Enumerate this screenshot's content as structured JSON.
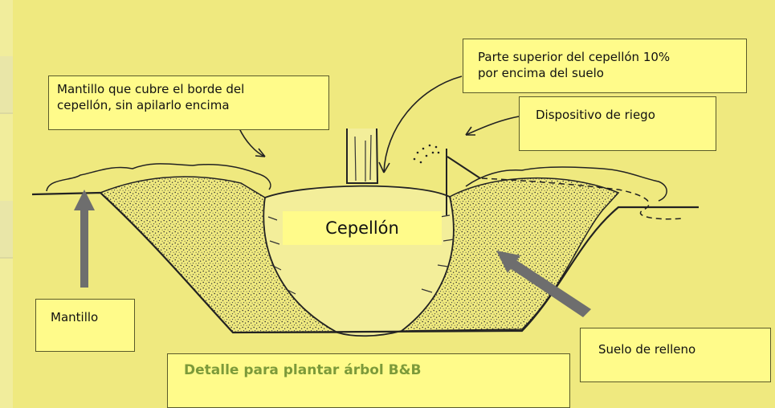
{
  "diagram": {
    "title": "Detalle para plantar árbol B&B",
    "rootball_label": "Cepellón",
    "labels": {
      "mulch_edge": "Mantillo que cubre el borde del cepellón, sin apilarlo encima",
      "top_of_rootball": "Parte superior del cepellón 10% por encima del suelo",
      "irrigation": "Dispositivo de riego",
      "mulch": "Mantillo",
      "backfill": "Suelo de relleno"
    }
  },
  "colors": {
    "background": "#efe97f",
    "label_fill": "#fffb8a",
    "title_text": "#7c9a3a",
    "arrow_gray": "#6e6e6e"
  }
}
